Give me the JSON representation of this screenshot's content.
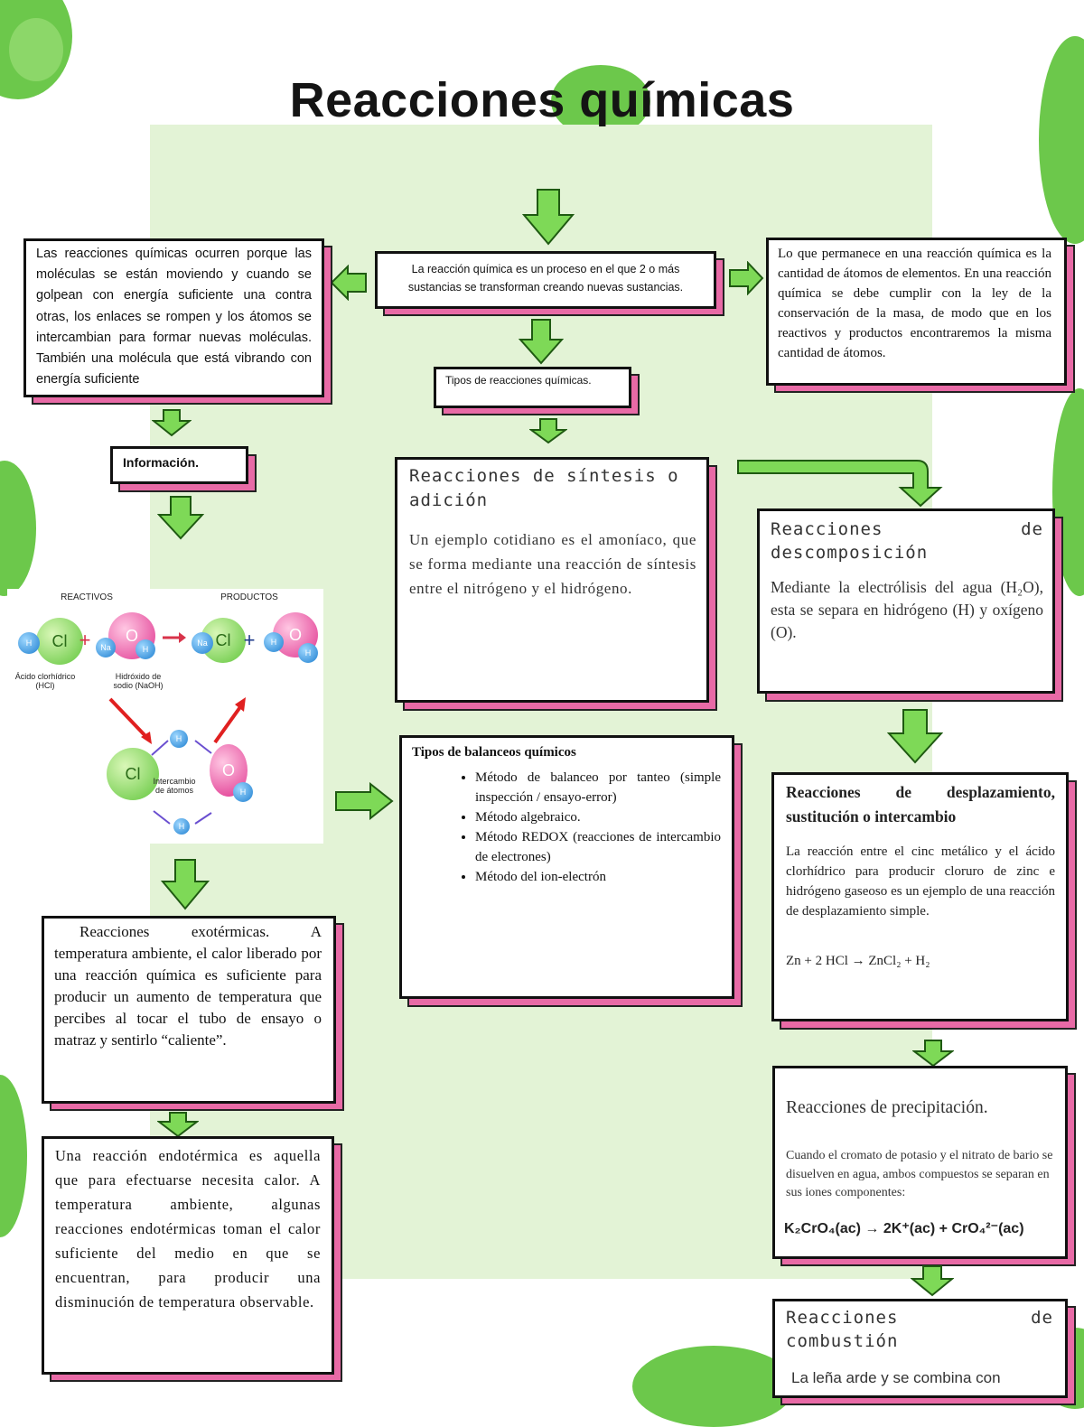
{
  "title": "Reacciones químicas",
  "central": {
    "text": "La reacción química es un proceso en el que 2 o más sustancias se transforman creando nuevas sustancias."
  },
  "left_box": {
    "text": "Las reacciones químicas ocurren porque las moléculas se están moviendo y cuando se golpean con energía suficiente una contra otras, los enlaces se rompen y los átomos se intercambian para formar nuevas moléculas. También una molécula que está vibrando con energía suficiente"
  },
  "right_box": {
    "text": "Lo que permanece en una reacción química es la cantidad de átomos de elementos. En una reacción química se debe cumplir con la ley de la conservación de la masa, de modo que en los reactivos y productos encontraremos la misma cantidad de átomos."
  },
  "tipos_box": {
    "text": "Tipos de reacciones químicas."
  },
  "info_box": {
    "text": "Información."
  },
  "figure": {
    "reactivos": "REACTIVOS",
    "productos": "PRODUCTOS",
    "label_hcl": "Ácido clorhídrico (HCl)",
    "label_naoh": "Hidróxido de sodio (NaOH)",
    "label_exchange": "Intercambio de átomos",
    "plus": "+",
    "cl": "Cl",
    "o": "O",
    "h": "H",
    "na": "Na"
  },
  "sintesis": {
    "heading": "Reacciones de síntesis o adición",
    "body": "Un ejemplo cotidiano es el amoníaco, que se forma mediante una reacción de síntesis entre el nitrógeno y el hidrógeno."
  },
  "descomposicion": {
    "heading": "Reacciones de descomposición",
    "body": "Mediante la electrólisis del agua (H₂O), esta se separa en hidrógeno (H) y oxígeno (O)."
  },
  "balanceos": {
    "heading": "Tipos de balanceos químicos",
    "items": [
      "Método de balanceo por tanteo (simple inspección / ensayo-error)",
      "Método algebraico.",
      "Método REDOX (reacciones de intercambio de electrones)",
      "Método del ion-electrón"
    ]
  },
  "desplazamiento": {
    "heading": "Reacciones de desplazamiento, sustitución o intercambio",
    "body": "La reacción entre el cinc metálico y el ácido clorhídrico para producir cloruro de zinc e hidrógeno gaseoso es un ejemplo de una reacción de desplazamiento simple.",
    "equation": "Zn + 2 HCl → ZnCl₂ + H₂"
  },
  "exotermicas": {
    "text": "Reacciones exotérmicas. A temperatura ambiente, el calor liberado por una reacción química es suficiente para producir un aumento de temperatura que percibes al tocar el tubo de ensayo o matraz y sentirlo “caliente”."
  },
  "endotermica": {
    "text": "Una reacción endotérmica es aquella que para efectuarse necesita calor. A temperatura ambiente, algunas reacciones endotérmicas toman el calor suficiente del medio en que se encuentran, para producir una disminución de temperatura observable."
  },
  "precipitacion": {
    "heading": "Reacciones de precipitación.",
    "body": "Cuando el cromato de potasio y el nitrato de bario se disuelven en agua, ambos compuestos se separan en sus iones componentes:",
    "equation": "K₂CrO₄(ac) → 2K⁺(ac) + CrO₄²⁻(ac)"
  },
  "combustion": {
    "heading": "Reacciones de combustión",
    "body": "La leña arde y se combina con"
  },
  "colors": {
    "panel": "#e3f3d6",
    "arrow_green": "#7ed957",
    "shadow_pink": "#e86aa6",
    "leaf_green": "#5fc33c"
  }
}
